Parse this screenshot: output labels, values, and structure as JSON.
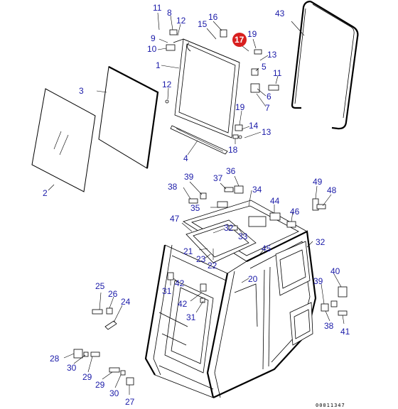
{
  "diagram": {
    "highlighted_part": "17",
    "highlight_color": "#d81f1f",
    "label_color": "#1a1aa8",
    "reference_number": "00011347",
    "callouts": {
      "c11a": "11",
      "c8": "8",
      "c12a": "12",
      "c16": "16",
      "c15": "15",
      "c9": "9",
      "c10": "10",
      "c17": "17",
      "c19a": "19",
      "c13a": "13",
      "c43": "43",
      "c1": "1",
      "c5": "5",
      "c11b": "11",
      "c3": "3",
      "c12b": "12",
      "c6": "6",
      "c7": "7",
      "c19b": "19",
      "c14": "14",
      "c13b": "13",
      "c18": "18",
      "c4": "4",
      "c2": "2",
      "c39a": "39",
      "c36": "36",
      "c37": "37",
      "c38a": "38",
      "c34": "34",
      "c49": "49",
      "c48": "48",
      "c35": "35",
      "c44": "44",
      "c46": "46",
      "c47": "47",
      "c32a": "32",
      "c33": "33",
      "c21": "21",
      "c22": "22",
      "c23": "23",
      "c45": "45",
      "c32b": "32",
      "c20": "20",
      "c40": "40",
      "c39b": "39",
      "c25": "25",
      "c26": "26",
      "c24": "24",
      "c31a": "31",
      "c42a": "42",
      "c42b": "42",
      "c31b": "31",
      "c38b": "38",
      "c41": "41",
      "c28": "28",
      "c30a": "30",
      "c29a": "29",
      "c29b": "29",
      "c30b": "30",
      "c27": "27"
    }
  }
}
